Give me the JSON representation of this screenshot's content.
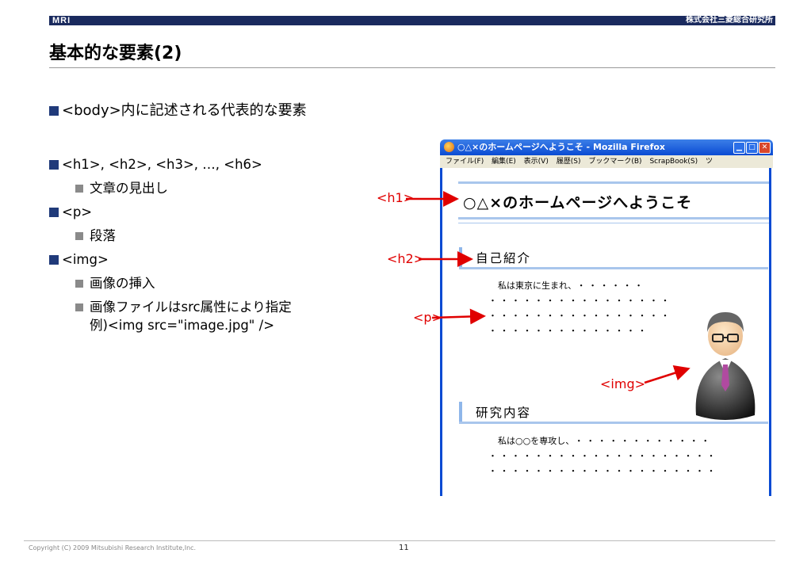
{
  "header": {
    "logo": "MRI",
    "company": "株式会社三菱総合研究所",
    "title": "基本的な要素(2)"
  },
  "lead": "<body>内に記述される代表的な要素",
  "bullets": [
    {
      "text": "<h1>, <h2>, <h3>, …, <h6>",
      "sub": [
        "文章の見出し"
      ]
    },
    {
      "text": "<p>",
      "sub": [
        "段落"
      ]
    },
    {
      "text": "<img>",
      "sub": [
        "画像の挿入",
        "画像ファイルはsrc属性により指定"
      ],
      "example": "例)<img src=\"image.jpg\" />"
    }
  ],
  "browser": {
    "title": "○△×のホームページへようこそ - Mozilla Firefox",
    "menu": [
      "ファイル(F)",
      "編集(E)",
      "表示(V)",
      "履歴(S)",
      "ブックマーク(B)",
      "ScrapBook(S)",
      "ツ"
    ],
    "h1": "○△×のホームページへようこそ",
    "h2a": "自己紹介",
    "p1": "私は東京に生まれ、",
    "dots_short": "・・・・・・",
    "dots_long": "・・・・・・・・・・・・・・・・",
    "dots_mid": "・・・・・・・・・・・・・・",
    "h2b": "研究内容",
    "p2": "私は○○を専攻し、",
    "dots_p2": "・・・・・・・・・・・・",
    "dots_p2b": "・・・・・・・・・・・・・・・・・・・・"
  },
  "labels": {
    "h1": "<h1>",
    "h2": "<h2>",
    "p": "<p>",
    "img": "<img>"
  },
  "footer": {
    "copyright": "Copyright (C) 2009 Mitsubishi Research Institute,Inc.",
    "page": "11"
  }
}
